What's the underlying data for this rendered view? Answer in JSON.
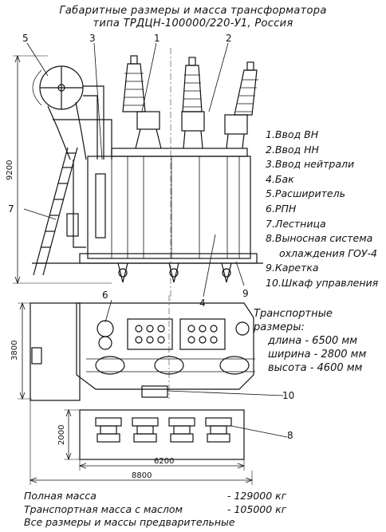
{
  "title_line1": "Габаритные размеры и масса трансформатора",
  "title_line2": "типа ТРДЦН-100000/220-У1, Россия",
  "callouts": [
    "5",
    "3",
    "1",
    "2",
    "7",
    "4",
    "9",
    "6",
    "10",
    "8"
  ],
  "legend": [
    "1.Ввод ВН",
    "2.Ввод НН",
    "3.Ввод нейтрали",
    "4.Бак",
    "5.Расширитель",
    "6.РПН",
    "7.Лестница",
    "8.Выносная система",
    "охлаждения ГОУ-4",
    "9.Каретка",
    "10.Шкаф управления"
  ],
  "transport": {
    "heading": "Транспортные размеры:",
    "rows": [
      "длина - 6500 мм",
      "ширина - 2800 мм",
      "высота - 4600 мм"
    ]
  },
  "dimensions": {
    "height": "9200",
    "width": "3800",
    "cooler_width": "2000",
    "cooler_length": "6200",
    "total_length": "8800"
  },
  "mass": {
    "full_label": "Полная масса",
    "full_value": "- 129000 кг",
    "transport_label": "Транспортная масса с маслом",
    "transport_value": "- 105000 кг",
    "note": "Все размеры и массы предварительные"
  }
}
